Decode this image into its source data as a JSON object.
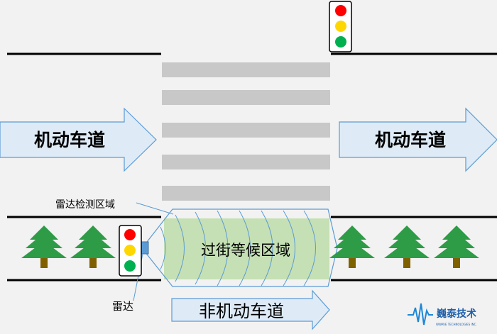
{
  "roads": {
    "left_label": "机动车道",
    "right_label": "机动车道",
    "bottom_label": "非机动车道"
  },
  "waiting_zone": {
    "label": "过街等候区域"
  },
  "radar": {
    "zone_label": "雷达检测区域",
    "device_label": "雷达"
  },
  "logo": {
    "name": "巍泰技术",
    "tagline": "WWAVE TECHNOLOGIES INC."
  },
  "colors": {
    "arrow_fill": "#deebf7",
    "arrow_stroke": "#5b9bd5",
    "zone_fill": "#c5e0b4",
    "tree_green": "#2e9b47",
    "tree_trunk": "#7f6000",
    "light_red": "#ff0000",
    "light_yellow": "#ffd700",
    "light_green": "#00b050",
    "crosswalk": "#c8c8c8",
    "logo_blue": "#1e88d6"
  }
}
